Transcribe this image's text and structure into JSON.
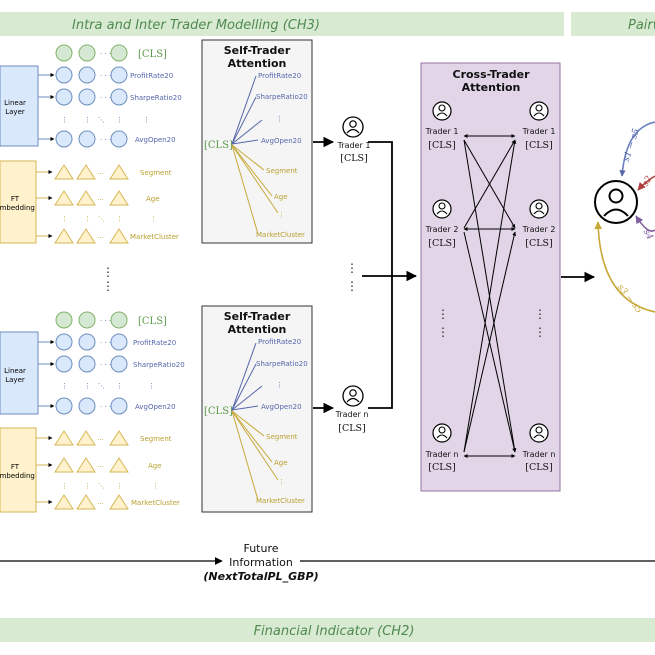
{
  "banners": {
    "top_left": "Intra and Inter Trader Modelling (CH3)",
    "top_right": "Pairw",
    "bottom": "Financial Indicator (CH2)"
  },
  "cls_token": "[CLS]",
  "group_top": {
    "linear_layer": {
      "line1": "Linear",
      "line2": "Layer"
    },
    "ft_embedding": {
      "line1": "FT",
      "line2": "Embedding"
    },
    "numeric_features": [
      "ProfitRate20",
      "SharpeRatio20",
      "AvgOpen20"
    ],
    "categorical_features": [
      "Segment",
      "Age",
      "MarketCluster"
    ]
  },
  "group_bottom": {
    "linear_layer": {
      "line1": "Linear",
      "line2": "Layer"
    },
    "ft_embedding": {
      "line1": "FT",
      "line2": "Embedding"
    },
    "numeric_features": [
      "ProfitRate20",
      "SharpeRatio20",
      "AvgOpen20"
    ],
    "categorical_features": [
      "Segment",
      "Age",
      "MarketCluster"
    ]
  },
  "self_attention": {
    "title_line1": "Self-Trader",
    "title_line2": "Attention",
    "features": [
      "ProfitRate20",
      "SharpeRatio20",
      "AvgOpen20",
      "Segment",
      "Age",
      "MarketCluster"
    ]
  },
  "traders": {
    "first": "Trader 1",
    "last": "Trader n"
  },
  "cross_attention": {
    "title_line1": "Cross-Trader",
    "title_line2": "Attention",
    "rows": [
      "Trader 1",
      "Trader 2",
      "Trader 2",
      "Trader n"
    ]
  },
  "future": {
    "line1": "Future",
    "line2": "Information",
    "line3": "(NextTotalPL_GBP)"
  },
  "pairwise_labels": [
    "s1 − s5",
    "s2",
    "s4",
    "s3 − s5"
  ],
  "colors": {
    "green_banner": "#d9ead3",
    "blue_fill": "#dae8fc",
    "blue_stroke": "#6c8ebf",
    "yellow_fill": "#fff2cc",
    "yellow_stroke": "#d6b656",
    "green_fill": "#d5e8d4",
    "green_stroke": "#82b366",
    "gray_fill": "#f5f5f5",
    "purple_fill": "#e1d5e7",
    "purple_stroke": "#9673a6"
  }
}
